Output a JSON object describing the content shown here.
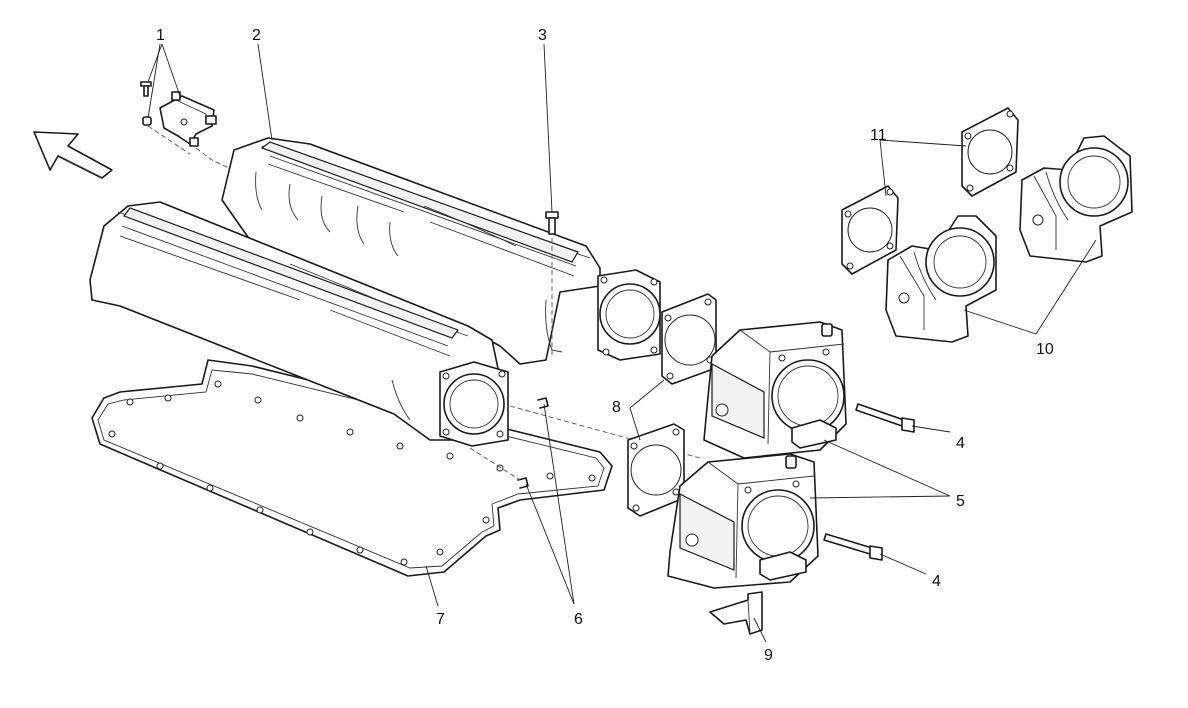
{
  "diagram": {
    "callouts": [
      {
        "id": "c1",
        "label": "1"
      },
      {
        "id": "c2",
        "label": "2"
      },
      {
        "id": "c3",
        "label": "3"
      },
      {
        "id": "c4a",
        "label": "4"
      },
      {
        "id": "c4b",
        "label": "4"
      },
      {
        "id": "c5",
        "label": "5"
      },
      {
        "id": "c6",
        "label": "6"
      },
      {
        "id": "c7",
        "label": "7"
      },
      {
        "id": "c8",
        "label": "8"
      },
      {
        "id": "c9",
        "label": "9"
      },
      {
        "id": "c10",
        "label": "10"
      },
      {
        "id": "c11",
        "label": "11"
      }
    ],
    "stroke_color": "#1a1a1a",
    "background_color": "#ffffff",
    "direction_arrow": "arrow-icon"
  }
}
